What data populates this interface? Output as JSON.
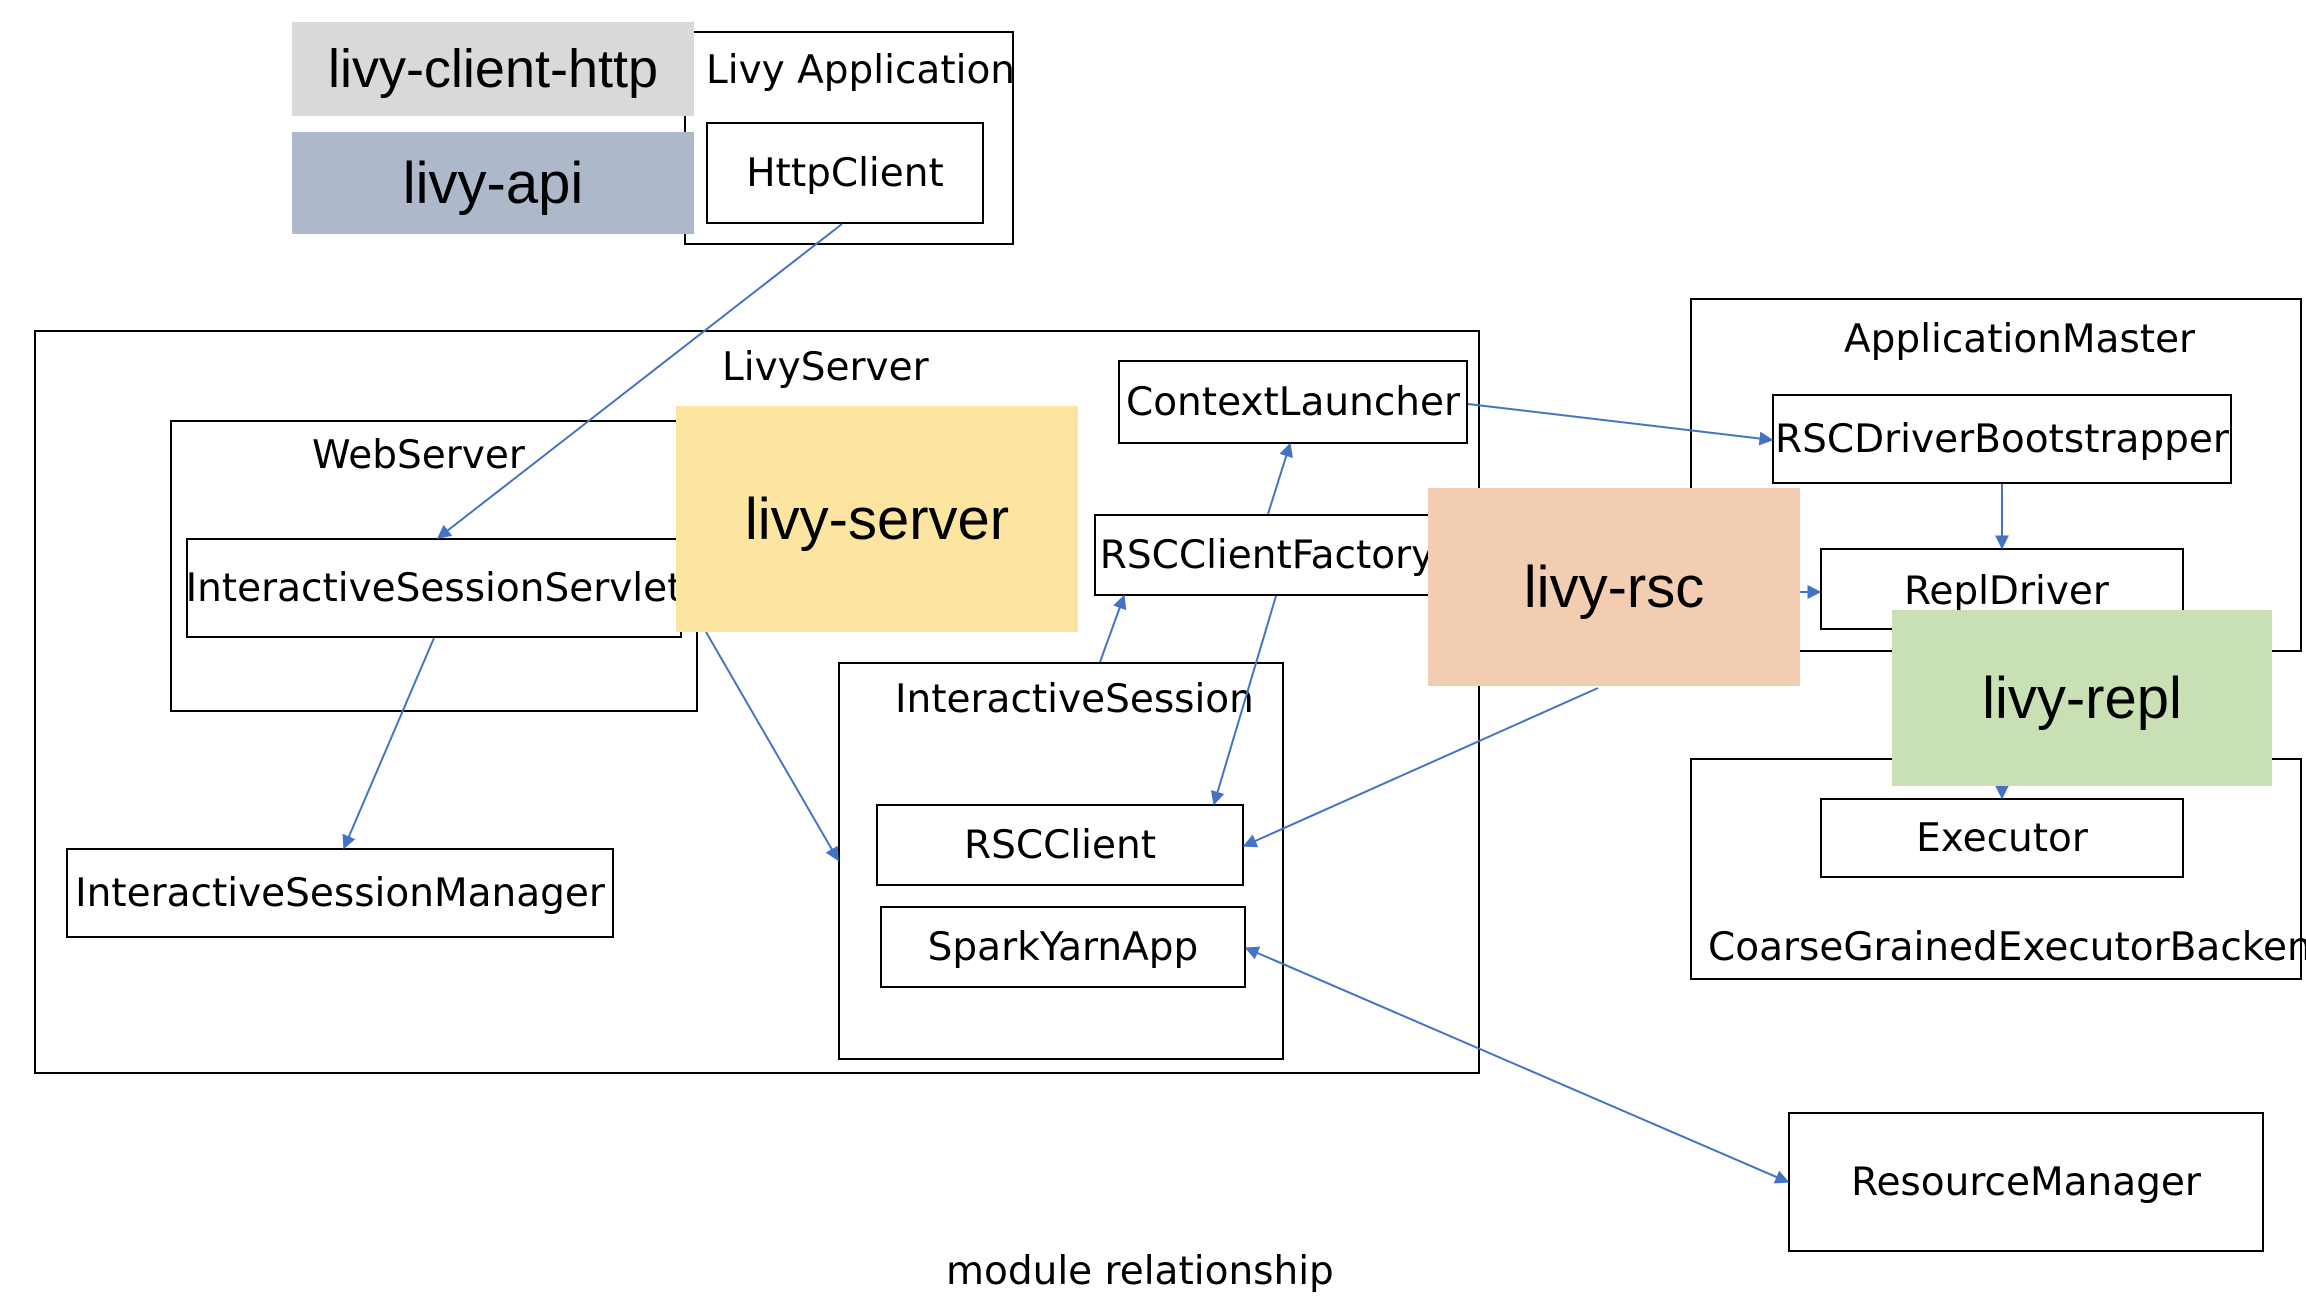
{
  "colors": {
    "client_http": "#d9d9d9",
    "api": "#adb9ca",
    "server": "#fbe5a0",
    "rsc": "#f2cdb2",
    "repl": "#c9dfb4",
    "arrow": "#4472c4"
  },
  "modules": {
    "client_http": "livy-client-http",
    "api": "livy-api",
    "server": "livy-server",
    "rsc": "livy-rsc",
    "repl": "livy-repl"
  },
  "containers": {
    "livy_application": "Livy Application",
    "livy_server": "LivyServer",
    "web_server": "WebServer",
    "interactive_session": "InteractiveSession",
    "application_master": "ApplicationMaster",
    "executor_backend": "CoarseGrainedExecutorBackend"
  },
  "components": {
    "http_client": "HttpClient",
    "interactive_session_servlet": "InteractiveSessionServlet",
    "interactive_session_manager": "InteractiveSessionManager",
    "context_launcher": "ContextLauncher",
    "rsc_client_factory": "RSCClientFactory",
    "rsc_client": "RSCClient",
    "spark_yarn_app": "SparkYarnApp",
    "rsc_driver_bootstrapper": "RSCDriverBootstrapper",
    "repl_driver": "ReplDriver",
    "executor": "Executor",
    "resource_manager": "ResourceManager"
  },
  "caption": "module relationship"
}
